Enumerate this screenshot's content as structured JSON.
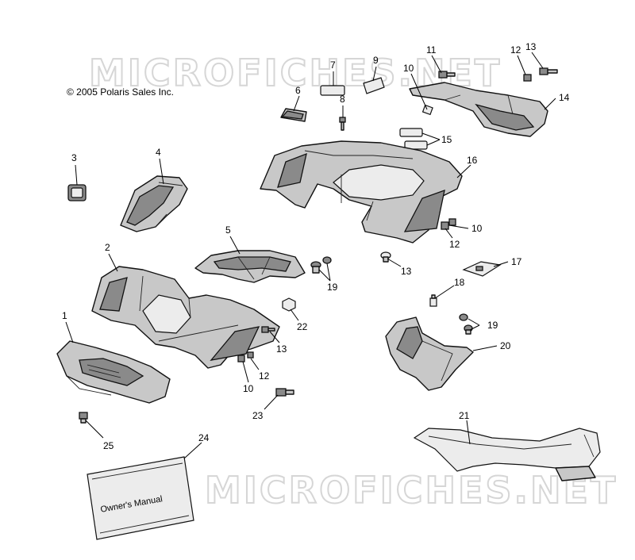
{
  "copyright": "© 2005 Polaris Sales Inc.",
  "watermark_top": "MICROFICHES.NET",
  "watermark_bottom": "MICROFICHES.NET",
  "manual_label": "Owner's Manual",
  "callouts": [
    {
      "id": "c1",
      "label": "1"
    },
    {
      "id": "c2",
      "label": "2"
    },
    {
      "id": "c3",
      "label": "3"
    },
    {
      "id": "c4",
      "label": "4"
    },
    {
      "id": "c5",
      "label": "5"
    },
    {
      "id": "c6",
      "label": "6"
    },
    {
      "id": "c7",
      "label": "7"
    },
    {
      "id": "c8",
      "label": "8"
    },
    {
      "id": "c9",
      "label": "9"
    },
    {
      "id": "c10a",
      "label": "10"
    },
    {
      "id": "c11",
      "label": "11"
    },
    {
      "id": "c12a",
      "label": "12"
    },
    {
      "id": "c13a",
      "label": "13"
    },
    {
      "id": "c14",
      "label": "14"
    },
    {
      "id": "c15",
      "label": "15"
    },
    {
      "id": "c16",
      "label": "16"
    },
    {
      "id": "c10b",
      "label": "10"
    },
    {
      "id": "c12b",
      "label": "12"
    },
    {
      "id": "c13b",
      "label": "13"
    },
    {
      "id": "c17",
      "label": "17"
    },
    {
      "id": "c18",
      "label": "18"
    },
    {
      "id": "c19a",
      "label": "19"
    },
    {
      "id": "c19b",
      "label": "19"
    },
    {
      "id": "c20",
      "label": "20"
    },
    {
      "id": "c22",
      "label": "22"
    },
    {
      "id": "c13c",
      "label": "13"
    },
    {
      "id": "c12c",
      "label": "12"
    },
    {
      "id": "c10c",
      "label": "10"
    },
    {
      "id": "c23",
      "label": "23"
    },
    {
      "id": "c21",
      "label": "21"
    },
    {
      "id": "c24",
      "label": "24"
    },
    {
      "id": "c25",
      "label": "25"
    }
  ]
}
